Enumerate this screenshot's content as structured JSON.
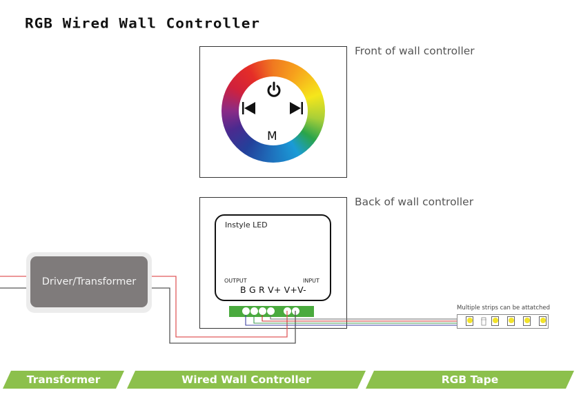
{
  "title": "RGB Wired Wall Controller",
  "front": {
    "caption": "Front of wall controller",
    "buttons": {
      "power_icon": "power-icon",
      "prev_icon": "skip-previous-icon",
      "next_icon": "skip-next-icon",
      "mode_label": "M"
    }
  },
  "back": {
    "caption": "Back of wall controller",
    "brand": "Instyle LED",
    "output_label": "OUTPUT",
    "input_label": "INPUT",
    "terminals": "B G R V+  V+V-"
  },
  "driver": {
    "label": "Driver/Transformer"
  },
  "strip": {
    "note": "Multiple strips can be attatched",
    "led_count": 5
  },
  "wire_colors": {
    "positive": "#e0595a",
    "negative": "#555555",
    "blue": "#3b3fa0",
    "green": "#3c9a52",
    "red": "#c8312e",
    "common": "#6b6b6b"
  },
  "banners": [
    {
      "label": "Transformer"
    },
    {
      "label": "Wired Wall Controller"
    },
    {
      "label": "RGB Tape"
    }
  ],
  "accent_color": "#8cc04c"
}
